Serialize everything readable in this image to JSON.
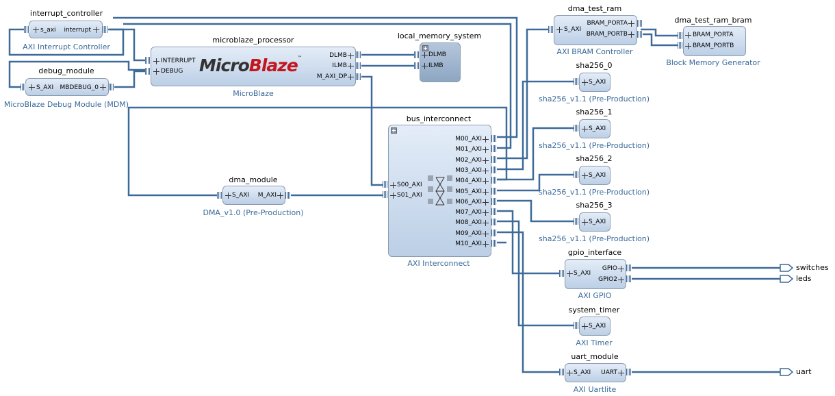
{
  "blocks": {
    "interrupt_controller": {
      "name": "interrupt_controller",
      "subtitle": "AXI Interrupt Controller",
      "ports": {
        "s_axi": "s_axi",
        "interrupt": "interrupt"
      }
    },
    "debug_module": {
      "name": "debug_module",
      "subtitle": "MicroBlaze Debug Module (MDM)",
      "ports": {
        "s_axi": "S_AXI",
        "mbdebug": "MBDEBUG_0"
      }
    },
    "microblaze": {
      "name": "microblaze_processor",
      "subtitle": "MicroBlaze",
      "logo": {
        "black": "Micro",
        "red": "Blaze",
        "tm": "™"
      },
      "ports": {
        "interrupt": "INTERRUPT",
        "debug": "DEBUG",
        "dlmb": "DLMB",
        "ilmb": "ILMB",
        "maxi": "M_AXI_DP"
      }
    },
    "local_memory": {
      "name": "local_memory_system",
      "ports": {
        "dlmb": "DLMB",
        "ilmb": "ILMB"
      }
    },
    "dma_test_ram": {
      "name": "dma_test_ram",
      "subtitle": "AXI BRAM Controller",
      "ports": {
        "s_axi": "S_AXI",
        "porta": "BRAM_PORTA",
        "portb": "BRAM_PORTB"
      }
    },
    "dma_test_ram_bram": {
      "name": "dma_test_ram_bram",
      "subtitle": "Block Memory Generator",
      "ports": {
        "porta": "BRAM_PORTA",
        "portb": "BRAM_PORTB"
      }
    },
    "sha0": {
      "name": "sha256_0",
      "subtitle": "sha256_v1.1 (Pre-Production)",
      "ports": {
        "s_axi": "S_AXI"
      }
    },
    "sha1": {
      "name": "sha256_1",
      "subtitle": "sha256_v1.1 (Pre-Production)",
      "ports": {
        "s_axi": "S_AXI"
      }
    },
    "sha2": {
      "name": "sha256_2",
      "subtitle": "sha256_v1.1 (Pre-Production)",
      "ports": {
        "s_axi": "S_AXI"
      }
    },
    "sha3": {
      "name": "sha256_3",
      "subtitle": "sha256_v1.1 (Pre-Production)",
      "ports": {
        "s_axi": "S_AXI"
      }
    },
    "bus_interconnect": {
      "name": "bus_interconnect",
      "subtitle": "AXI Interconnect",
      "slaves": [
        "S00_AXI",
        "S01_AXI"
      ],
      "masters": [
        "M00_AXI",
        "M01_AXI",
        "M02_AXI",
        "M03_AXI",
        "M04_AXI",
        "M05_AXI",
        "M06_AXI",
        "M07_AXI",
        "M08_AXI",
        "M09_AXI",
        "M10_AXI"
      ]
    },
    "dma_module": {
      "name": "dma_module",
      "subtitle": "DMA_v1.0 (Pre-Production)",
      "ports": {
        "s_axi": "S_AXI",
        "m_axi": "M_AXI"
      }
    },
    "gpio_interface": {
      "name": "gpio_interface",
      "subtitle": "AXI GPIO",
      "ports": {
        "s_axi": "S_AXI",
        "gpio": "GPIO",
        "gpio2": "GPIO2"
      }
    },
    "system_timer": {
      "name": "system_timer",
      "subtitle": "AXI Timer",
      "ports": {
        "s_axi": "S_AXI"
      }
    },
    "uart_module": {
      "name": "uart_module",
      "subtitle": "AXI Uartlite",
      "ports": {
        "s_axi": "S_AXI",
        "uart": "UART"
      }
    }
  },
  "external_ports": {
    "switches": "switches",
    "leds": "leds",
    "uart": "uart"
  },
  "colors": {
    "wire": "#3d6a99",
    "block_top": "#e4edf8",
    "block_bottom": "#bccfe6",
    "subtitle": "#3a6a9a"
  }
}
